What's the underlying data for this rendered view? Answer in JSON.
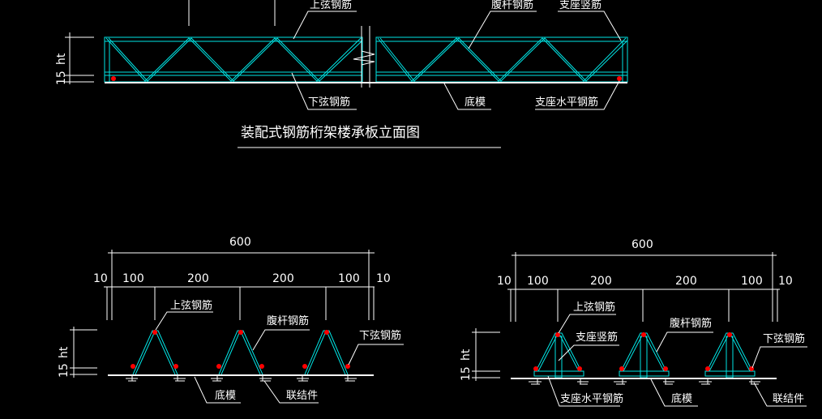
{
  "colors": {
    "background": "#000000",
    "line": "#ffffff",
    "rebar": "#00e5e5",
    "marker": "#ff0000"
  },
  "elevation": {
    "title": "装配式钢筋桁架楼承板立面图",
    "labels": {
      "top_chord": "上弦钢筋",
      "web": "腹杆钢筋",
      "support_vertical": "支座竖筋",
      "bottom_chord": "下弦钢筋",
      "formwork": "底模",
      "support_horizontal": "支座水平钢筋"
    },
    "dims": {
      "ht": "ht",
      "cover": "15"
    }
  },
  "section_left": {
    "dims": {
      "total": "600",
      "parts": [
        "10",
        "100",
        "200",
        "200",
        "100",
        "10"
      ],
      "ht": "ht",
      "cover": "15"
    },
    "labels": {
      "top_chord": "上弦钢筋",
      "web": "腹杆钢筋",
      "bottom_chord": "下弦钢筋",
      "formwork": "底模",
      "connector": "联结件"
    }
  },
  "section_right": {
    "dims": {
      "total": "600",
      "parts": [
        "10",
        "100",
        "200",
        "200",
        "100",
        "10"
      ],
      "ht": "ht",
      "cover": "15"
    },
    "labels": {
      "top_chord": "上弦钢筋",
      "support_vertical": "支座竖筋",
      "web": "腹杆钢筋",
      "bottom_chord": "下弦钢筋",
      "support_horizontal": "支座水平钢筋",
      "formwork": "底模",
      "connector": "联结件"
    }
  }
}
